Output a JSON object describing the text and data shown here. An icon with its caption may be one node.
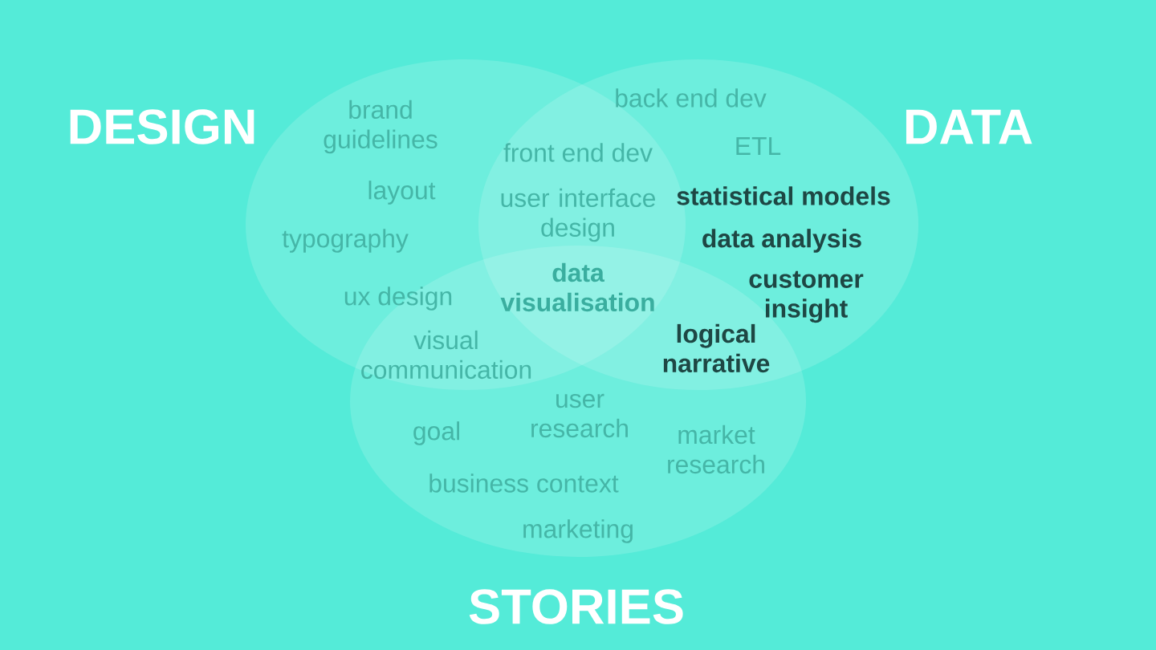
{
  "diagram": {
    "nodes": [
      {
        "text": [
          "DESIGN"
        ]
      },
      {
        "text": [
          "DATA"
        ]
      },
      {
        "text": [
          "STORIES"
        ]
      }
    ],
    "labels": [
      "brand guidelines",
      "back end dev",
      "front end dev",
      "ETL",
      "layout",
      "user interface design",
      "statistical models",
      "typography",
      "data analysis",
      "ux design",
      "data visualisation",
      "customer insight",
      "visual communication",
      "logical narrative",
      "goal",
      "user research",
      "market research",
      "business context",
      "marketing"
    ]
  }
}
